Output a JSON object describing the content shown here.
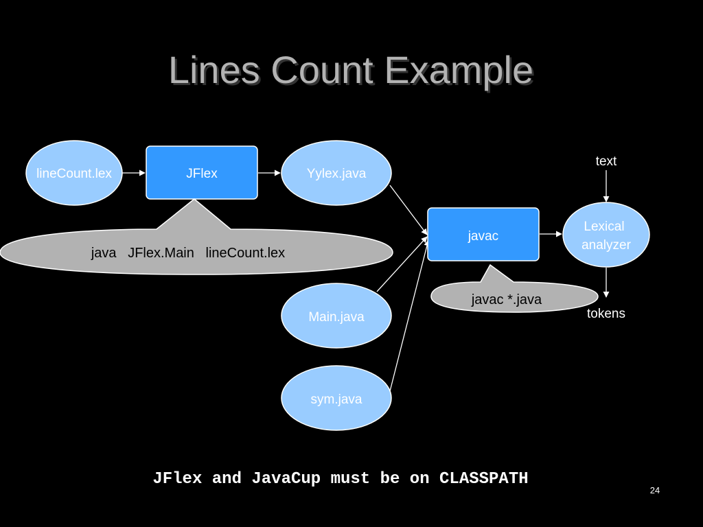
{
  "slide": {
    "title": "Lines Count Example",
    "footer_note": "JFlex and JavaCup must be on CLASSPATH",
    "page_number": "24"
  },
  "nodes": {
    "linecount_lex": "lineCount.lex",
    "jflex": "JFlex",
    "yylex_java": "Yylex.java",
    "javac": "javac",
    "lexical_analyzer_line1": "Lexical",
    "lexical_analyzer_line2": "analyzer",
    "main_java": "Main.java",
    "sym_java": "sym.java"
  },
  "labels": {
    "text": "text",
    "tokens": "tokens"
  },
  "callouts": {
    "jflex_command": "java   JFlex.Main   lineCount.lex",
    "javac_command": "javac *.java"
  },
  "colors": {
    "background": "#000000",
    "ellipse_fill": "#99ccff",
    "box_fill": "#3399ff",
    "callout_fill": "#b2b2b2",
    "arrow": "#ffffff",
    "title_text": "#b3b3b3"
  }
}
